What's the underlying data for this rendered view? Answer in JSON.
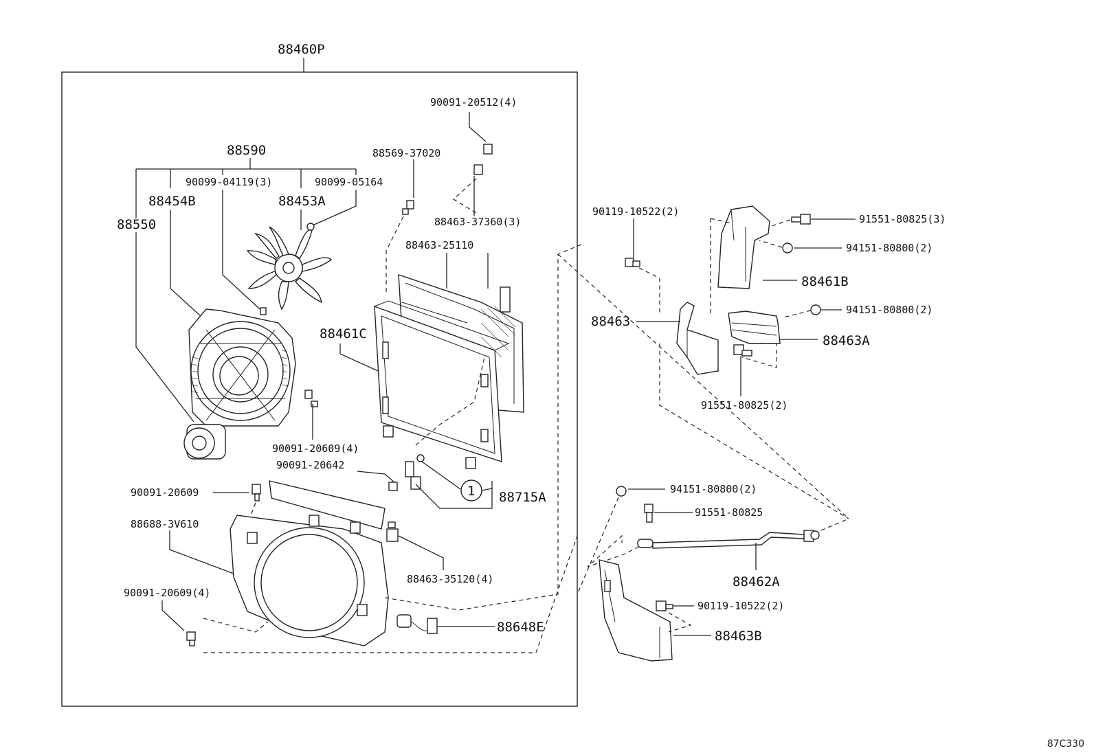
{
  "figure_code": "87C330",
  "labels": {
    "assy": "88460P",
    "fan_group": "88590",
    "bolt_top": "90091-20512(4)",
    "screw_cond": "88569-37020",
    "fan_screw": "90099-04119(3)",
    "fan_nut": "90099-05164",
    "shroud_fan": "88454B",
    "fan_blade": "88453A",
    "motor": "88550",
    "bracket_cond": "88463-37360(3)",
    "seal": "88463-25110",
    "condenser": "88461C",
    "bolt_shroud": "90091-20609(4)",
    "bolt_pipe": "90091-20642",
    "oring": "88715A",
    "bolt_left": "90091-20609",
    "shroud": "88688-3V610",
    "clip": "88463-35120(4)",
    "bolt_left4": "90091-20609(4)",
    "harness": "88648E",
    "bolt_r1": "90119-10522(2)",
    "bolt_r2": "91551-80825(3)",
    "nut_r1": "94151-80800(2)",
    "bracket_b": "88461B",
    "bracket_main": "88463",
    "nut_r2": "94151-80800(2)",
    "bracket_a": "88463A",
    "bolt_r3": "91551-80825(2)",
    "nut_r3": "94151-80800(2)",
    "bolt_r4": "91551-80825",
    "rod": "88462A",
    "bolt_r5": "90119-10522(2)",
    "bracket_lower": "88463B",
    "circle_num": "1"
  }
}
